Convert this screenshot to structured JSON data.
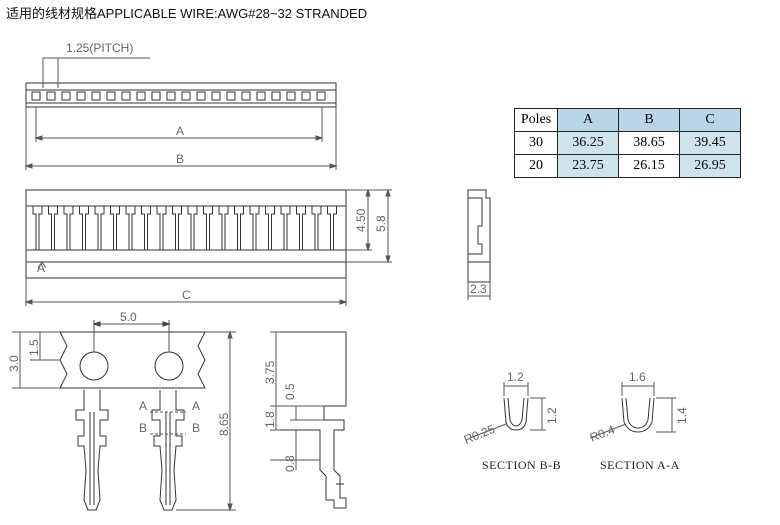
{
  "header": {
    "title": "适用的线材规格APPLICABLE WIRE:AWG#28~32 STRANDED"
  },
  "drawing": {
    "pitch_label": "1.25(PITCH)",
    "dim_a": "A",
    "dim_b": "B",
    "dim_c": "C",
    "dim_a_mark": "A",
    "dim_450": "4.50",
    "dim_58": "5.8",
    "dim_23": "2.3",
    "dim_50": "5.0",
    "dim_30": "3.0",
    "dim_15": "1.5",
    "dim_865": "8.65",
    "dim_375": "3.75",
    "dim_05": "0.5",
    "dim_18": "1.8",
    "dim_08": "0.8",
    "sec_a_left": "A",
    "sec_a_right": "A",
    "sec_b_left": "B",
    "sec_b_right": "B",
    "bb_width": "1.2",
    "bb_height": "1.2",
    "bb_radius": "R0.25",
    "aa_width": "1.6",
    "aa_height": "1.4",
    "aa_radius": "R0.4",
    "section_bb": "SECTION B-B",
    "section_aa": "SECTION A-A"
  },
  "table": {
    "headers": [
      "Poles",
      "A",
      "B",
      "C"
    ],
    "rows": [
      [
        "30",
        "36.25",
        "38.65",
        "39.45"
      ],
      [
        "20",
        "23.75",
        "26.15",
        "26.95"
      ]
    ]
  },
  "colors": {
    "line": "#333333",
    "dim_line": "#555555",
    "table_header": "#b9d6e6",
    "table_cell": "#cfe3ec"
  }
}
